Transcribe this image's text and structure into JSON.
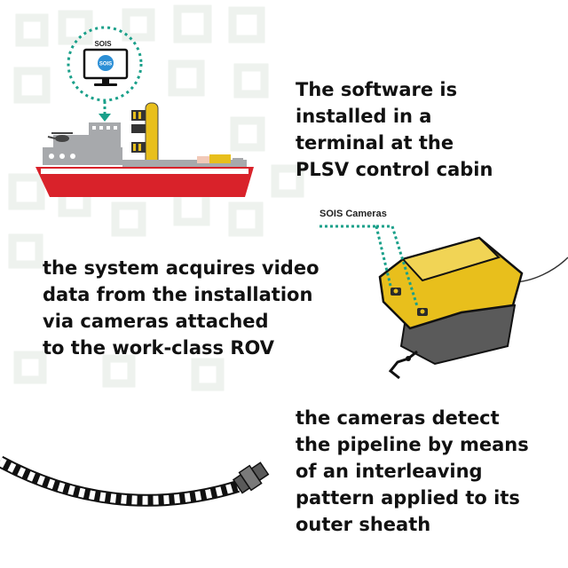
{
  "colors": {
    "accent_teal": "#1aa08a",
    "ship_red": "#d9222a",
    "ship_grey": "#a7a9ac",
    "rov_yellow": "#e8bf1c",
    "rov_dark": "#5a5a5a",
    "background_pattern": "#eef2ee"
  },
  "icons": {
    "terminal": "monitor-icon",
    "ship": "plsv-vessel-icon",
    "rov": "rov-icon",
    "pipeline": "pipeline-icon"
  },
  "terminal": {
    "label": "SOIS",
    "screen_logo": "SOIS"
  },
  "rov": {
    "cameras_label": "SOIS Cameras"
  },
  "captions": {
    "software": [
      "The software is",
      "installed in a",
      "terminal at the",
      "PLSV control cabin"
    ],
    "acquire": [
      "the system acquires video",
      "data from the installation",
      "via cameras attached",
      "to the work-class ROV"
    ],
    "detect": [
      "the cameras detect",
      "the pipeline by means",
      "of an interleaving",
      "pattern applied to its",
      "outer sheath"
    ]
  }
}
